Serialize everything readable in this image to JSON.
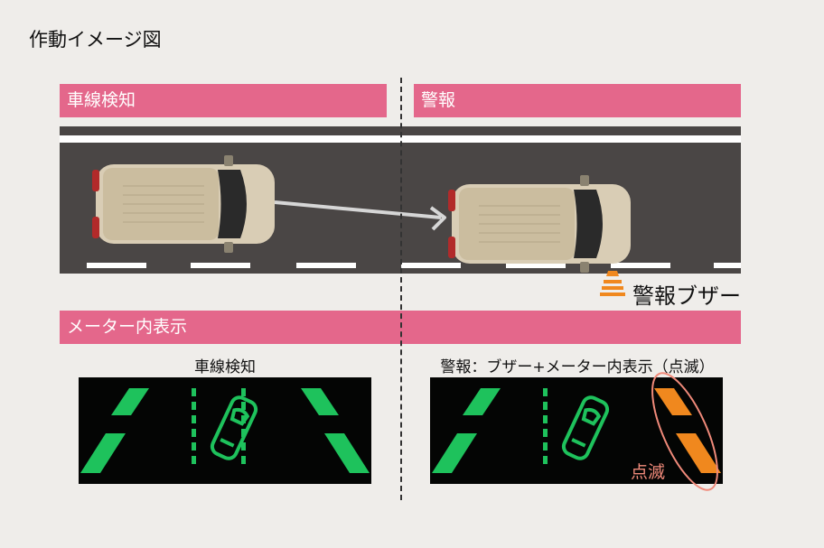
{
  "title": "作動イメージ図",
  "sections": {
    "detect": "車線検知",
    "warning": "警報",
    "meter": "メーター内表示"
  },
  "road": {
    "buzzer_label": "警報ブザー"
  },
  "meter_panels": {
    "left_caption": "車線検知",
    "right_caption": "警報：ブザー+メーター内表示（点滅）",
    "blink_label": "点滅"
  },
  "colors": {
    "accent_pink": "#e4678b",
    "lane_green": "#1ec25c",
    "warning_orange": "#f0881e",
    "road": "#4a4645"
  }
}
